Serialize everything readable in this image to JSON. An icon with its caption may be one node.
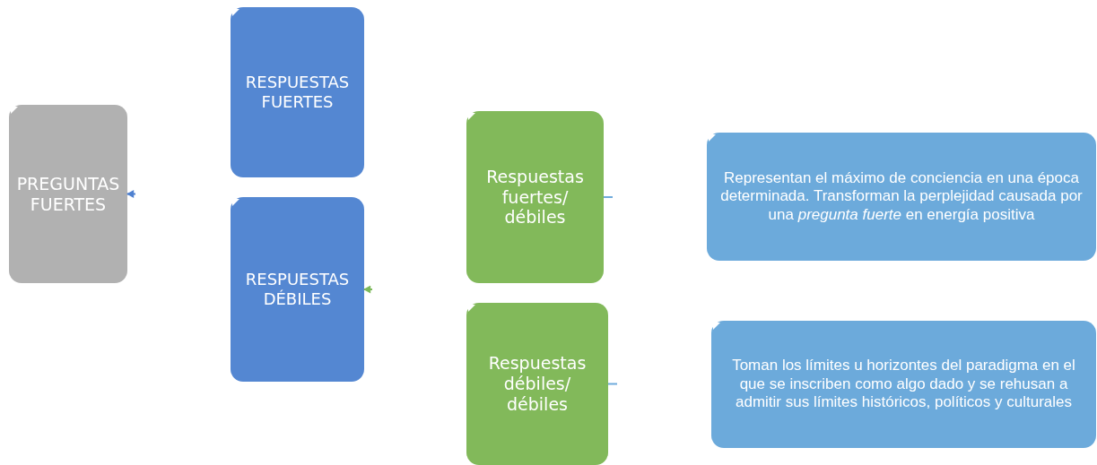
{
  "diagram": {
    "nodes": [
      {
        "text": [
          "PREGUNTAS FUERTES"
        ]
      },
      {
        "text": [
          "RESPUESTAS FUERTES"
        ]
      },
      {
        "text": [
          "RESPUESTAS DÉBILES"
        ]
      },
      {
        "text": [
          "Respuestas fuertes/ débiles"
        ]
      },
      {
        "text": [
          "Respuestas débiles/ débiles"
        ]
      },
      {
        "text": [
          "Representan el máximo de conciencia en una época determinada. Transforman la perplejidad causada por una *pregunta fuerte* en energía positiva"
        ]
      },
      {
        "text": [
          "Toman los límites u horizontes del paradigma en el que se inscriben como algo dado y se rehusan a admitir sus límites históricos, políticos y culturales"
        ]
      }
    ],
    "edges": [
      {
        "from": null,
        "to": 0,
        "arrow": "to",
        "color": "#4f81d0"
      },
      {
        "from": null,
        "to": 2,
        "arrow": "to",
        "color": "#7db95a"
      },
      {
        "from": 3,
        "to": null,
        "arrow": "none",
        "color": "#6fabdc"
      },
      {
        "from": 4,
        "to": null,
        "arrow": "none",
        "color": "#6fabdc"
      }
    ]
  }
}
